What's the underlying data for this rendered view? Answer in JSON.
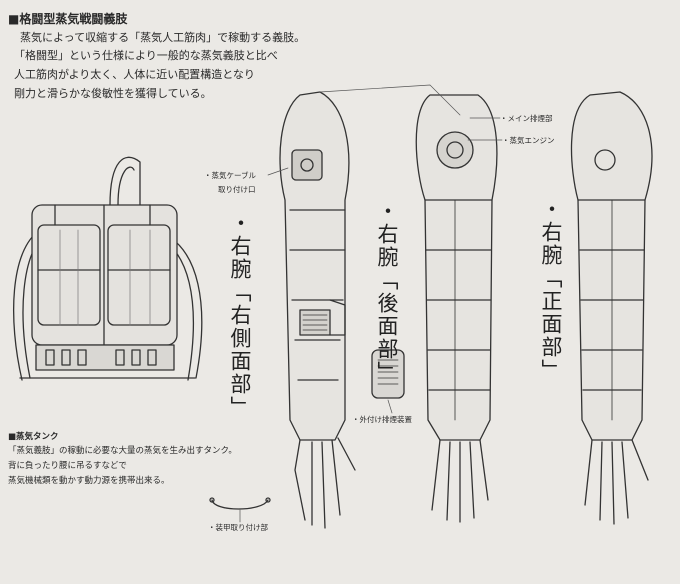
{
  "title": "■格闘型蒸気戦闘義肢",
  "description": [
    "蒸気によって収縮する「蒸気人工筋肉」で稼動する義肢。",
    "「格闘型」という仕様により一般的な蒸気義肢と比べ",
    "人工筋肉がより太く、人体に近い配置構造となり",
    "剛力と滑らかな俊敏性を獲得している。"
  ],
  "tank": {
    "title": "■蒸気タンク",
    "lines": [
      "「蒸気義肢」の稼動に必要な大量の蒸気を生み出すタンク。",
      "背に負ったり腰に吊るすなどで",
      "蒸気機械類を動かす動力源を携帯出来る。"
    ]
  },
  "callouts": {
    "cable": "・蒸気ケーブル",
    "cable2": "取り付け口",
    "exhaust_main": "・メイン排煙部",
    "engine": "・蒸気エンジン",
    "external_exhaust": "・外付け排煙装置",
    "armor_mount": "・装甲取り付け部"
  },
  "views": {
    "side": "・右腕「右側面部」",
    "back": "・右腕「後面部」",
    "front": "・右腕「正面部」"
  }
}
